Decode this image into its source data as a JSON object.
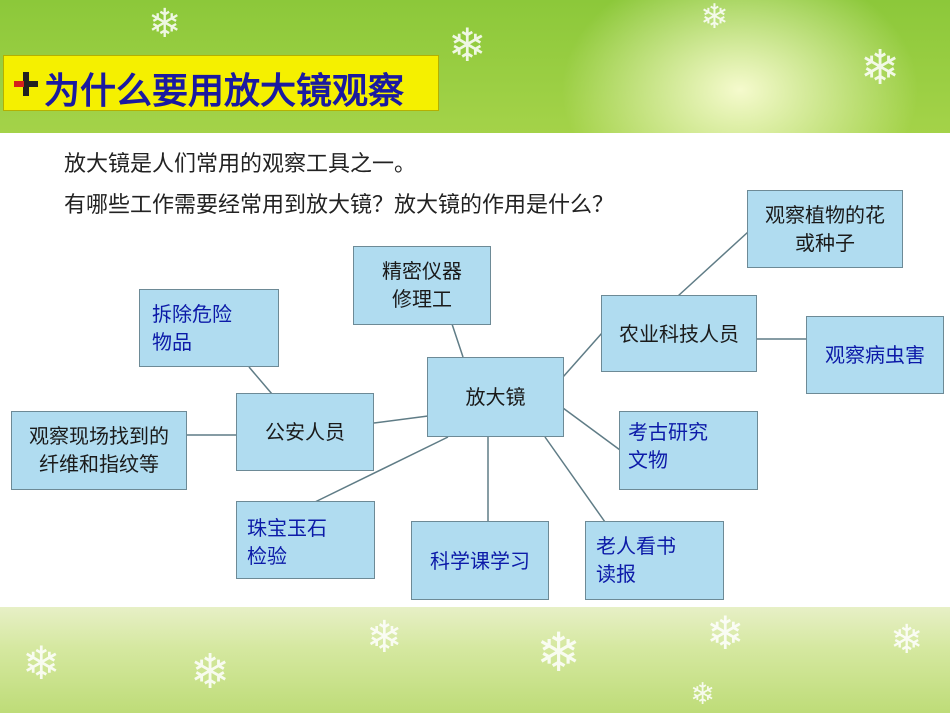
{
  "title": "为什么要用放大镜观察",
  "intro": {
    "line1": "放大镜是人们常用的观察工具之一。",
    "line2": "有哪些工作需要经常用到放大镜？放大镜的作用是什么？"
  },
  "diagram": {
    "center": "放大镜",
    "precision": [
      "精密仪器",
      "修理工"
    ],
    "police": "公安人员",
    "dangerous": [
      "拆除危险",
      "物品"
    ],
    "fingerprint": [
      "观察现场找到的",
      "纤维和指纹等"
    ],
    "agri": "农业科技人员",
    "flower": [
      "观察植物的花",
      "或种子"
    ],
    "pest": "观察病虫害",
    "archaeology": [
      "考古研究",
      "文物"
    ],
    "jewel": [
      "珠宝玉石",
      "检验"
    ],
    "science": "科学课学习",
    "elder": [
      "老人看书",
      "读报"
    ]
  },
  "colors": {
    "title_bg": "#f5f000",
    "title_text": "#1a1aa0",
    "node_fill": "#b0dcf0",
    "link": "#5f7c86",
    "blue_text": "#0c1aa8"
  }
}
